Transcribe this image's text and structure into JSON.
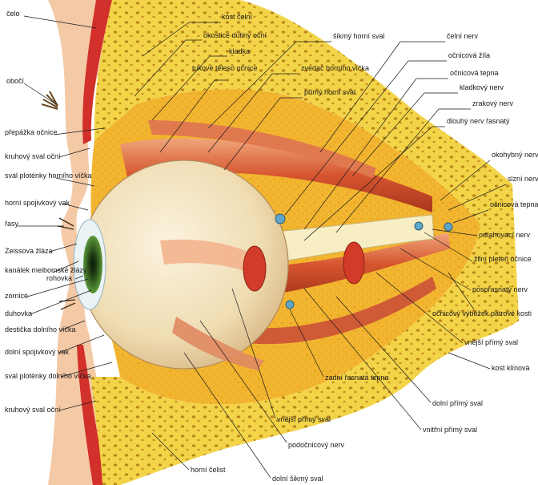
{
  "labels": {
    "left": [
      "čelo",
      "obočí",
      "přepážka očnice",
      "kruhový sval oční",
      "sval ploténky horního víčka",
      "horní spojivkový vak",
      "řasy",
      "Zeissova žláza",
      "kanálek meibomské žlázy",
      "rohovka",
      "zornice",
      "duhovka",
      "destička dolního víčka",
      "dolní spojivkový vak",
      "sval ploténky dolního víčka",
      "kruhový sval oční"
    ],
    "top": [
      "kost čelní",
      "okostice dutiny oční",
      "kladka",
      "tukové těleso očnice",
      "šikmý horní sval",
      "zvedač horního víčka",
      "přímý horní sval",
      "čelní nerv",
      "očnicová žíla",
      "očnicová tepna",
      "kladkový nerv",
      "zrakový nerv",
      "dlouhý nerv řasnatý"
    ],
    "right": [
      "okohybný nerv",
      "slzní nerv",
      "očnicová tepna",
      "odtahovací nerv",
      "žilní pleteň očnice",
      "nosořasnatý nerv",
      "očnicový výběžek patrové kosti",
      "vnější přímý sval",
      "kost klínová"
    ],
    "bottom": [
      "dolní přímý sval",
      "vnitřní přímý sval",
      "zadní řasnatá tepna",
      "vnější přímý sval",
      "podočnicový nerv",
      "horní čelist",
      "dolní šikmý sval"
    ]
  },
  "colors": {
    "bone": "#f2d34a",
    "bone_dark": "#c99a1c",
    "fat": "#f0b832",
    "muscle": "#d8613a",
    "muscle_light": "#f2b08a",
    "skin": "#f4c9a6",
    "skin_red": "#d2302a",
    "eyeball": "#f4e6c8",
    "iris": "#3f7a2a",
    "vessel": "#5fa6c8",
    "nerve": "#f7eec4"
  }
}
